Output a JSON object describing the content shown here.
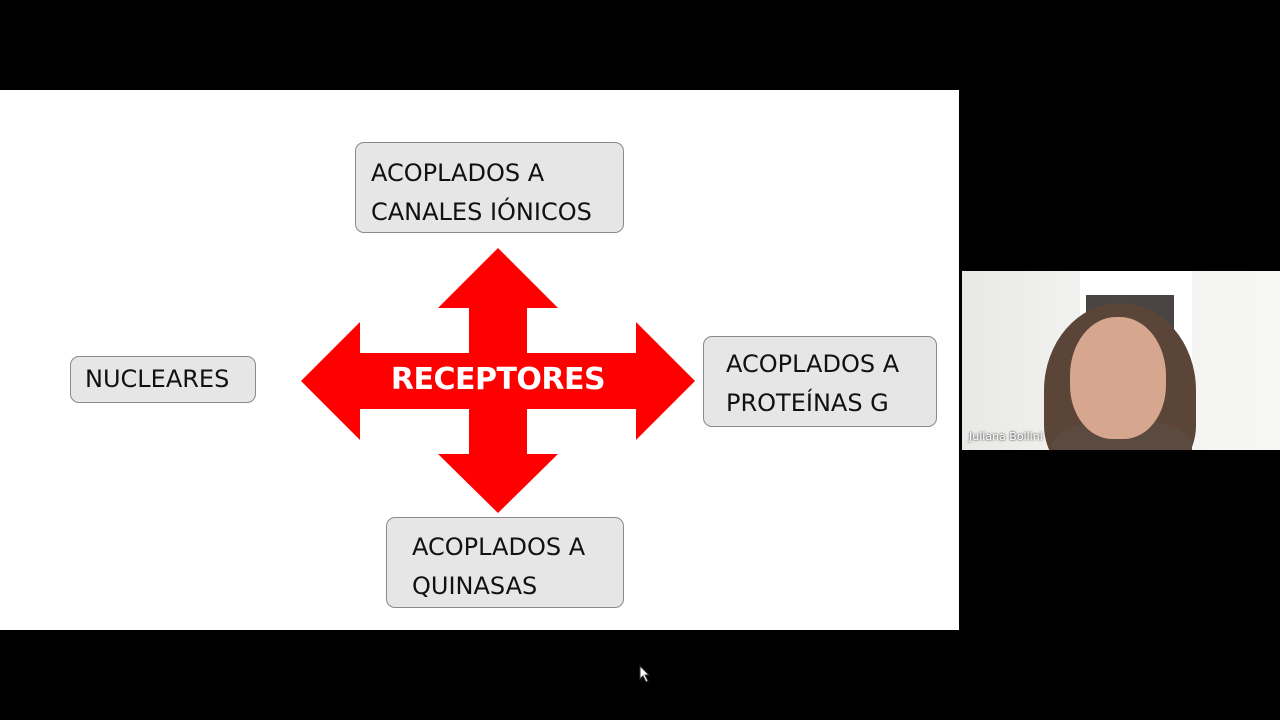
{
  "slide": {
    "center_label": "RECEPTORES",
    "boxes": {
      "top": "ACOPLADOS  A\nCANALES IÓNICOS",
      "left": "NUCLEARES",
      "right": "ACOPLADOS A\nPROTEÍNAS G",
      "bottom": "ACOPLADOS A\nQUINASAS"
    },
    "arrow_color": "#fe0000",
    "box_fill": "#e6e6e6"
  },
  "participant": {
    "name": "Juliana Bollini"
  },
  "icons": {
    "cursor": "mouse-pointer-icon"
  }
}
